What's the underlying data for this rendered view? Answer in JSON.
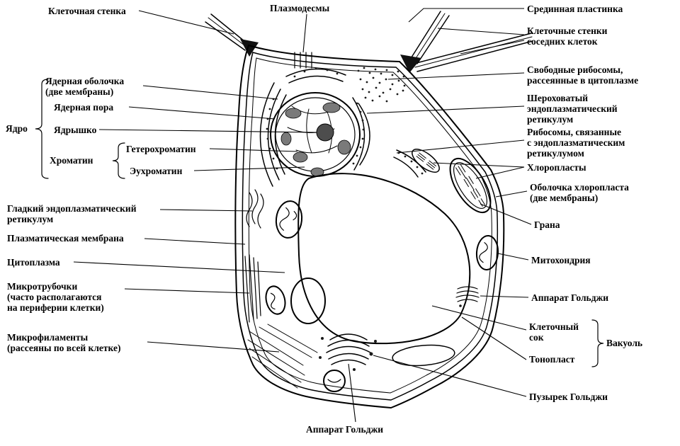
{
  "labels": {
    "cell_wall": "Клеточная стенка",
    "plasmodesmata": "Плазмодесмы",
    "middle_lamella": "Срединная пластинка",
    "neighbor_walls": "Клеточные стенки\nсоседних клеток",
    "nuclear_envelope": "Ядерная оболочка\n(две мембраны)",
    "nuclear_pore": "Ядерная пора",
    "nucleolus": "Ядрышко",
    "nucleus": "Ядро",
    "chromatin": "Хроматин",
    "heterochromatin": "Гетерохроматин",
    "euchromatin": "Эухроматин",
    "smooth_er": "Гладкий эндоплазматический\nретикулум",
    "plasma_membrane": "Плазматическая мембрана",
    "cytoplasm": "Цитоплазма",
    "microtubules": "Микротрубочки\n(часто располагаются\nна периферии клетки)",
    "microfilaments": "Микрофиламенты\n(рассеяны по всей клетке)",
    "free_ribosomes": "Свободные рибосомы,\nрассеянные в цитоплазме",
    "rough_er": "Шероховатый\nэндоплазматический\nретикулум",
    "bound_ribosomes": "Рибосомы, связанные\nс эндоплазматическим\nретикулумом",
    "chloroplasts": "Хлоропласты",
    "chloroplast_envelope": "Оболочка хлоропласта\n(две мембраны)",
    "granum": "Грана",
    "mitochondrion": "Митохондрия",
    "golgi_apparatus_right": "Аппарат Гольджи",
    "cell_sap": "Клеточный\nсок",
    "tonoplast": "Тонопласт",
    "vacuole": "Вакуоль",
    "golgi_vesicle": "Пузырек Гольджи",
    "golgi_apparatus_bottom": "Аппарат Гольджи"
  },
  "colors": {
    "ink": "#000000",
    "background": "#ffffff",
    "heterochromatin_fill": "#7a7a7a",
    "nucleolus_fill": "#4d4d4d"
  }
}
